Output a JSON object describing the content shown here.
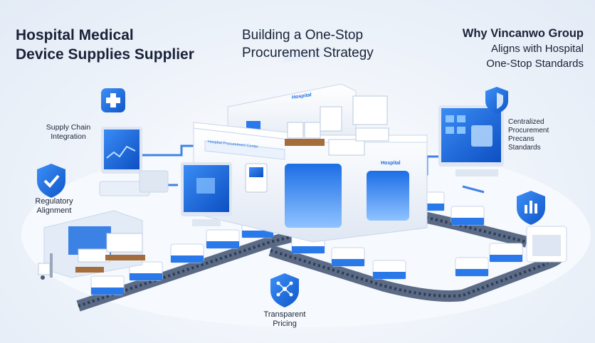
{
  "headings": {
    "left_line1": "Hospital Medical",
    "left_line2": "Device Supplies Supplier",
    "center_line1": "Building a One-Stop",
    "center_line2": "Procurement Strategy",
    "right_line1": "Why Vincanwo Group",
    "right_line2": "Aligns with Hospital",
    "right_line3": "One-Stop Standards"
  },
  "features": [
    {
      "line1": "Supply Chain",
      "line2": "Integration",
      "icon": "medical-cross-icon"
    },
    {
      "line1": "Regulatory",
      "line2": "Alignment",
      "icon": "shield-check-icon"
    },
    {
      "line1": "Centralized",
      "line2": "Procurement",
      "line3": "Precans",
      "line4": "Standards",
      "icon": "shield-icon"
    },
    {
      "line1": "Transparent",
      "line2": "Pricing",
      "icon": "network-shield-icon"
    }
  ],
  "building_signs": {
    "top": "Hospital",
    "right": "Hospital",
    "banner": "Hospital Procurement Center"
  },
  "colors": {
    "accent": "#1f6fe0",
    "accent_dark": "#0f4fb0",
    "panel": "#ffffff",
    "background": "#eef3fa"
  }
}
